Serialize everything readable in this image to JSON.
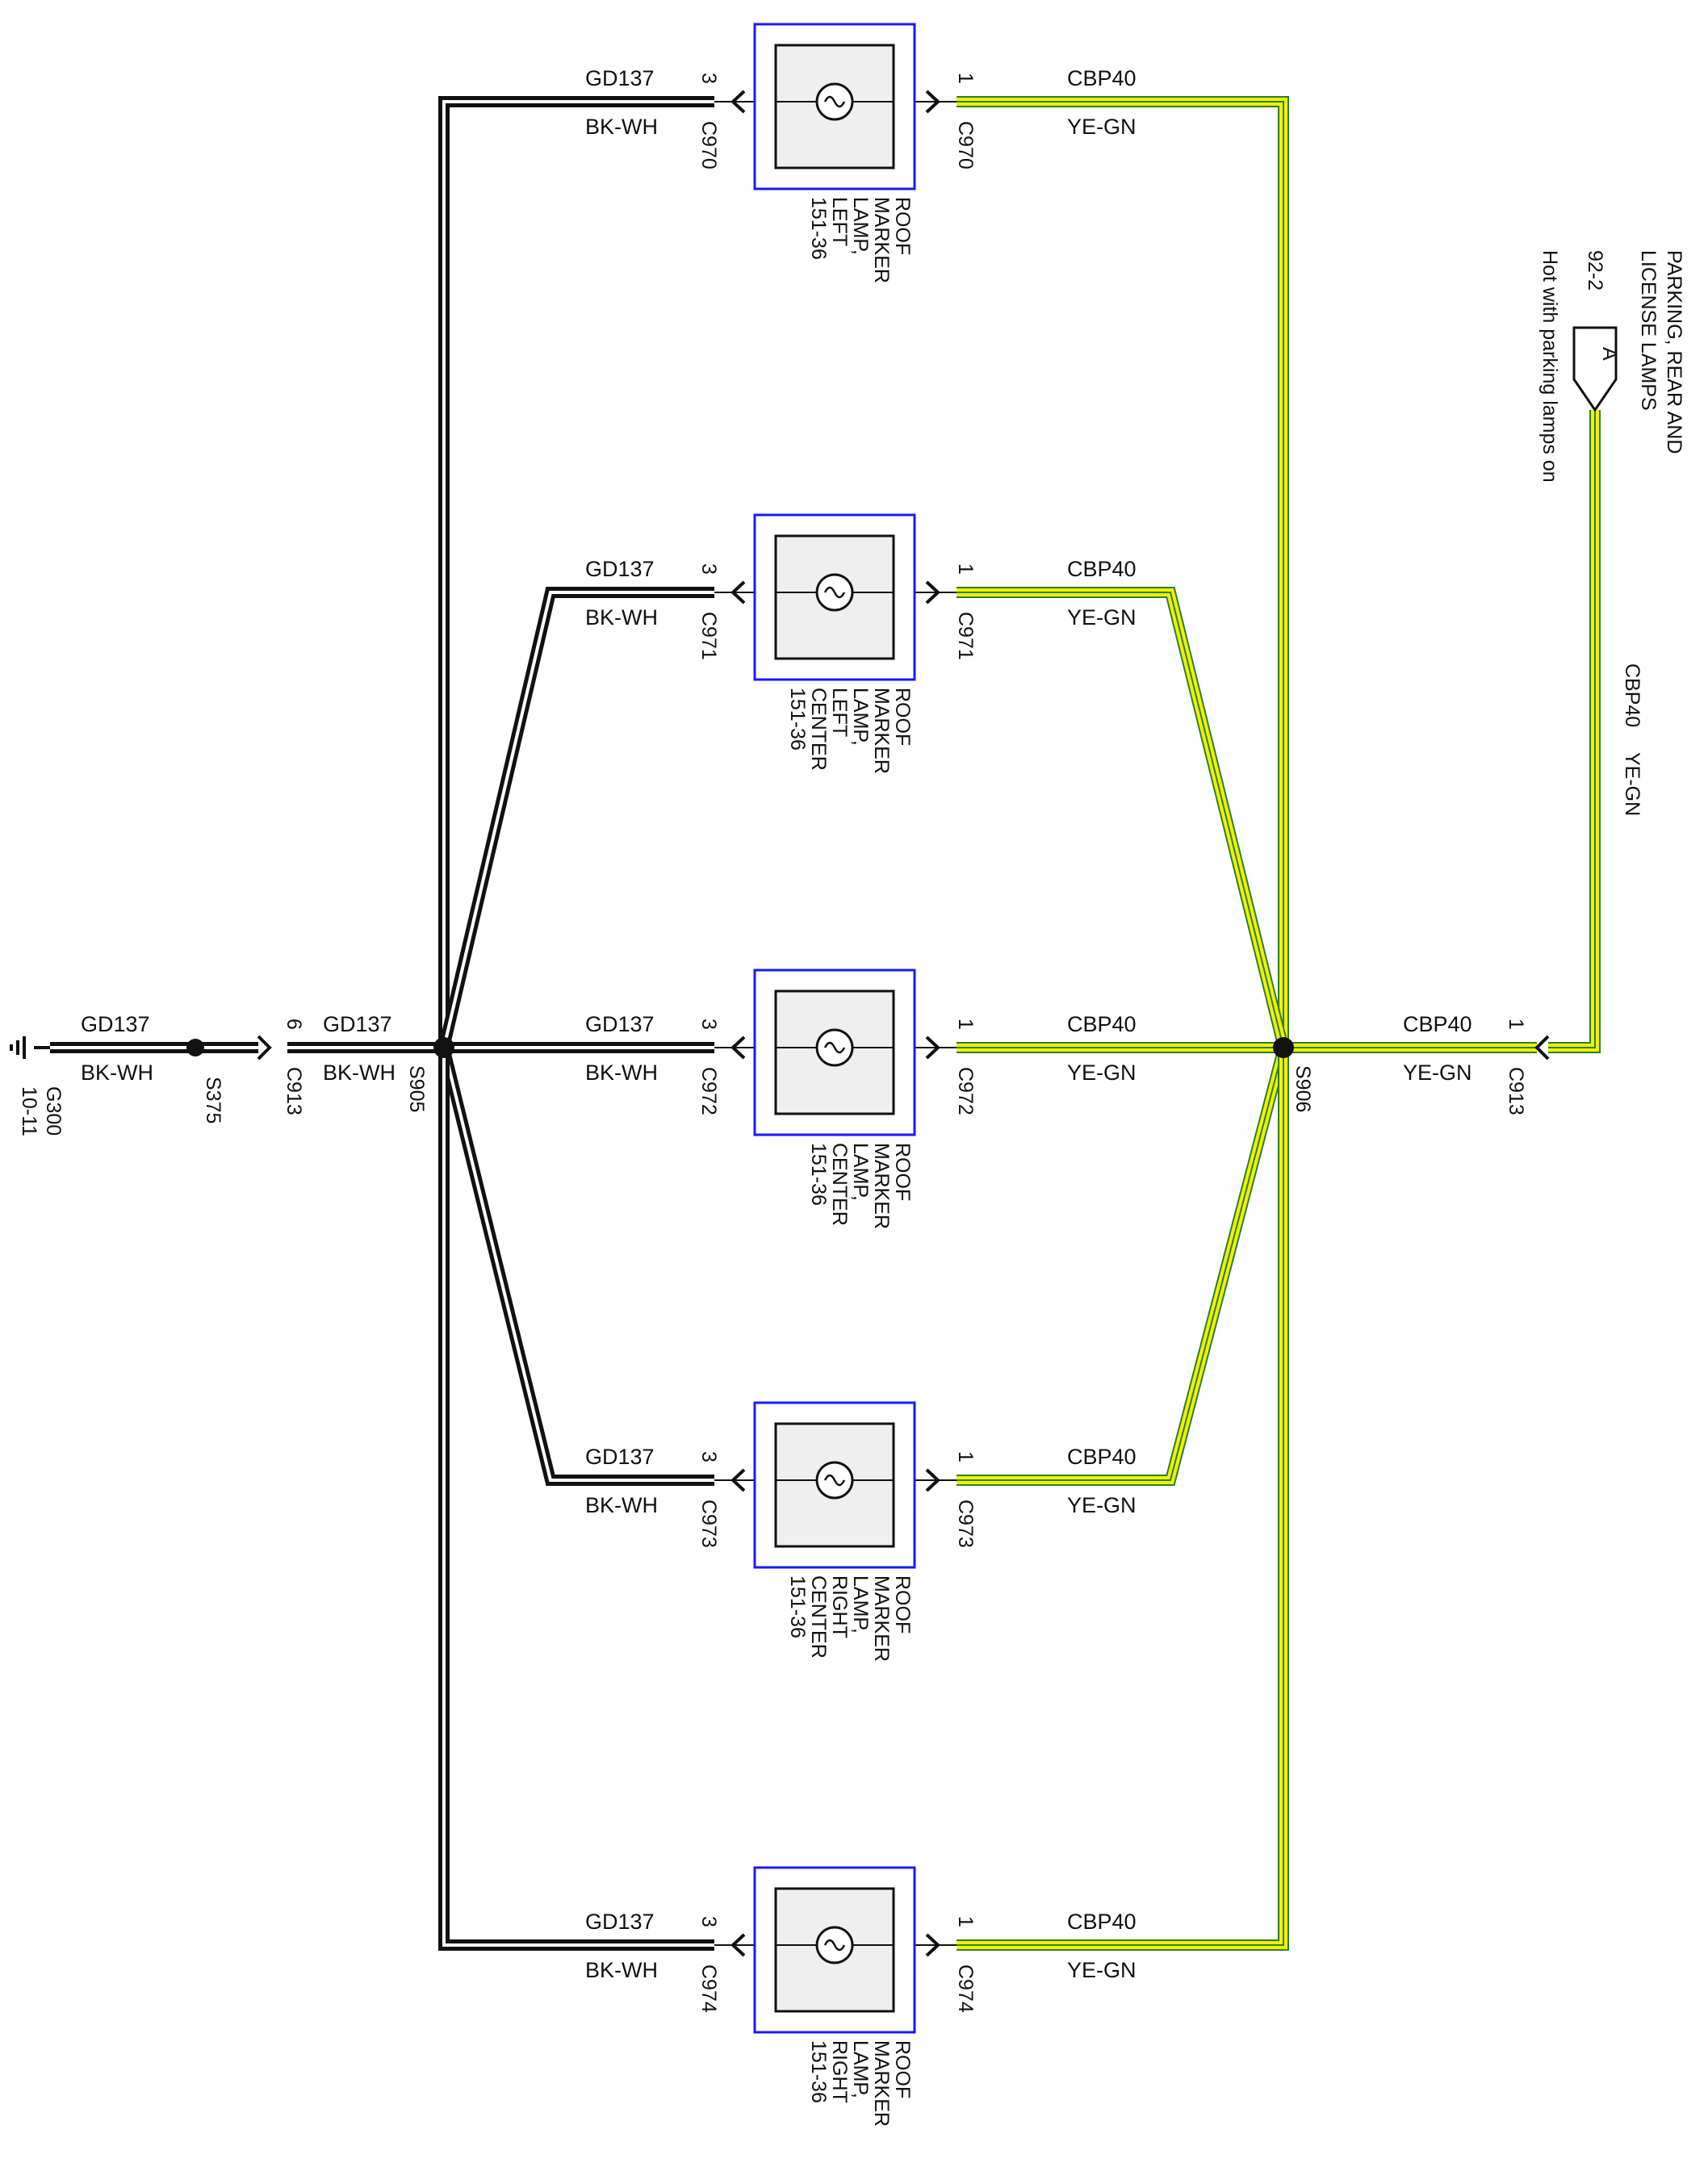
{
  "colors": {
    "black_wire": "#111111",
    "yellow": "#f1f100",
    "green": "#2e7d32",
    "box_blue": "#1a1aff",
    "lamp_fill": "#efefef"
  },
  "ground": {
    "id": "G300",
    "page": "10-11"
  },
  "splices": {
    "left_trunk": "S375",
    "left_main": "S905",
    "right_main": "S906"
  },
  "connector_inline": {
    "name": "C913",
    "pin_left": "6",
    "pin_right": "1"
  },
  "wires": {
    "ground_circuit": "GD137",
    "ground_color": "BK-WH",
    "power_circuit": "CBP40",
    "power_color": "YE-GN"
  },
  "source": {
    "title_line1": "PARKING, REAR AND",
    "title_line2": "LICENSE LAMPS",
    "page": "92-2",
    "note": "Hot with parking lamps on",
    "connector": "A"
  },
  "lamps": [
    {
      "connector": "C970",
      "pin_gnd": "3",
      "pin_pwr": "1",
      "name_lines": [
        "ROOF",
        "MARKER",
        "LAMP,",
        "LEFT",
        "151-36"
      ]
    },
    {
      "connector": "C971",
      "pin_gnd": "3",
      "pin_pwr": "1",
      "name_lines": [
        "ROOF",
        "MARKER",
        "LAMP,",
        "LEFT",
        "CENTER",
        "151-36"
      ]
    },
    {
      "connector": "C972",
      "pin_gnd": "3",
      "pin_pwr": "1",
      "name_lines": [
        "ROOF",
        "MARKER",
        "LAMP,",
        "CENTER",
        "151-36"
      ]
    },
    {
      "connector": "C973",
      "pin_gnd": "3",
      "pin_pwr": "1",
      "name_lines": [
        "ROOF",
        "MARKER",
        "LAMP,",
        "RIGHT",
        "CENTER",
        "151-36"
      ]
    },
    {
      "connector": "C974",
      "pin_gnd": "3",
      "pin_pwr": "1",
      "name_lines": [
        "ROOF",
        "MARKER",
        "LAMP,",
        "RIGHT",
        "151-36"
      ]
    }
  ]
}
